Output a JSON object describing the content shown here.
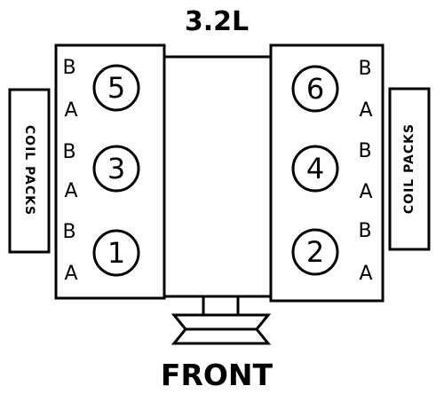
{
  "title": "3.2L",
  "front_label": "FRONT",
  "coil_packs": {
    "left": "COIL PACKS",
    "right": "COIL PACKS"
  },
  "cylinders": {
    "left_bank": [
      "5",
      "3",
      "1"
    ],
    "right_bank": [
      "6",
      "4",
      "2"
    ]
  },
  "lead_labels": {
    "left_bank": [
      "B",
      "A",
      "B",
      "A",
      "B",
      "A"
    ],
    "right_bank": [
      "B",
      "A",
      "B",
      "A",
      "B",
      "A"
    ]
  },
  "colors": {
    "line": "#000000",
    "background": "#ffffff"
  }
}
